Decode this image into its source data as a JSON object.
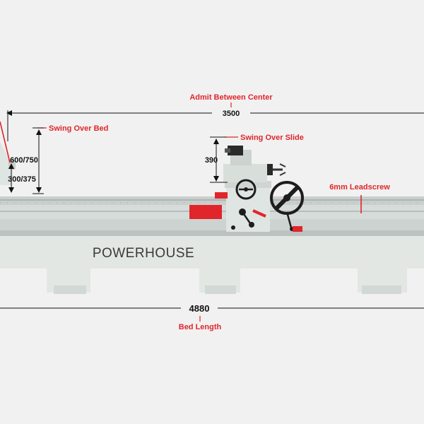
{
  "brand": "POWERHOUSE",
  "labels": {
    "admit_between_center": "Admit Between Center",
    "dim_3500": "3500",
    "swing_over_bed": "Swing Over Bed",
    "dim_600_750": "600/750",
    "dim_300_375": "300/375",
    "swing_over_slide": "Swing Over Slide",
    "dim_390": "390",
    "leadscrew": "6mm Leadscrew",
    "dim_4880": "4880",
    "bed_length": "Bed Length"
  },
  "colors": {
    "accent_red": "#e0262b",
    "machine_body": "#dfe5e2",
    "dimension_line": "#111111"
  }
}
